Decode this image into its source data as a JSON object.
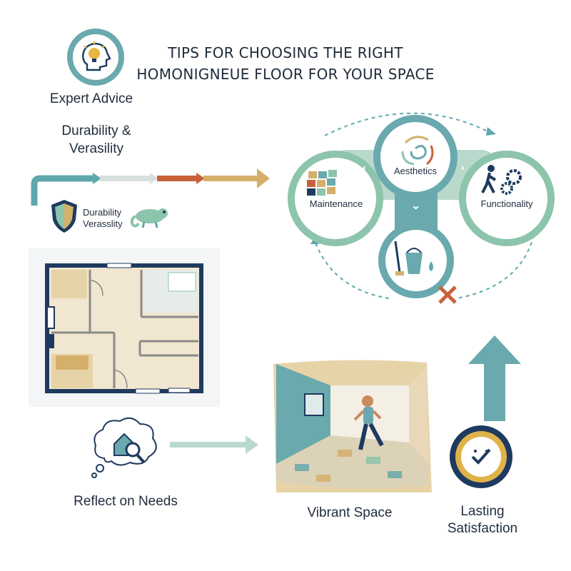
{
  "title": {
    "line1": "TIPS FOR CHOOSING THE RIGHT",
    "line2": "HOMONIGNEUE FLOOR FOR YOUR SPACE"
  },
  "expert": {
    "label": "Expert Advice",
    "icon": "head-lightbulb-icon"
  },
  "durability": {
    "heading_line1": "Durability &",
    "heading_line2": "Verasility",
    "badge_line1": "Durability",
    "badge_line2": "Verasslity"
  },
  "cycle": {
    "aesthetics": "Aesthetics",
    "maintenance": "Maintenance",
    "functionality": "Functionality"
  },
  "reflect": {
    "label": "Reflect on Needs",
    "icon": "house-magnifier-thought-icon"
  },
  "vibrant": {
    "label": "Vibrant Space"
  },
  "lasting": {
    "line1": "Lasting",
    "line2": "Satisfaction",
    "icon": "check-face-icon"
  },
  "colors": {
    "navy": "#1e3a5f",
    "teal": "#5fa8ae",
    "sage": "#8cc4ac",
    "tan": "#d4b06a",
    "orange": "#c8613a",
    "cream": "#f1e6cf"
  }
}
